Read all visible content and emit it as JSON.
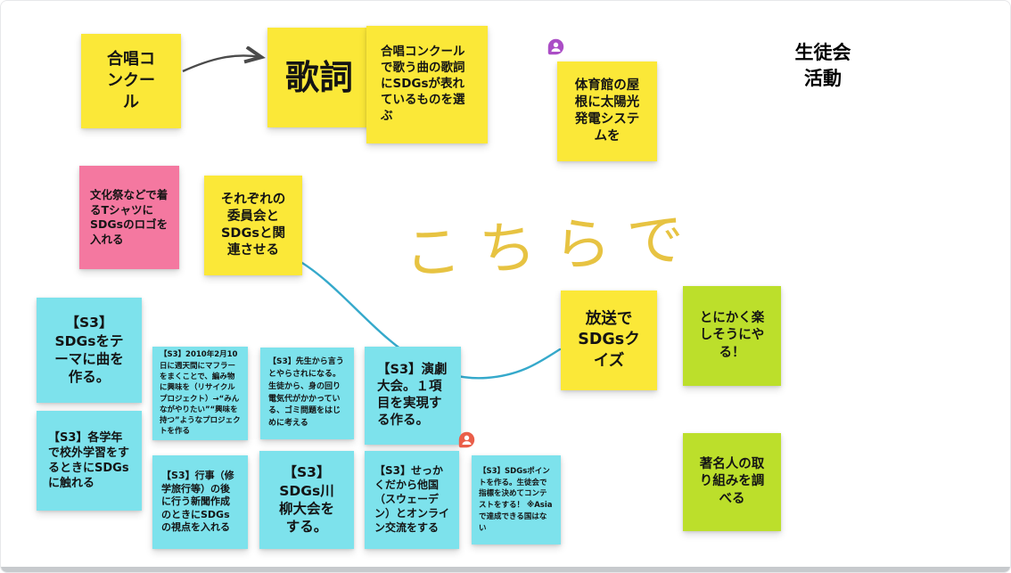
{
  "page": {
    "title": "生徒会\n活動",
    "handwriting": "こちらで"
  },
  "notes": [
    {
      "text": "合唱コンクール"
    },
    {
      "text": "歌詞"
    },
    {
      "text": "合唱コンクールで歌う曲の歌詞にSDGsが表れているものを選ぶ"
    },
    {
      "text": "体育館の屋根に太陽光発電システムを"
    },
    {
      "text": "文化祭などで着るTシャツにSDGsのロゴを入れる"
    },
    {
      "text": "それぞれの委員会とSDGsと関連させる"
    },
    {
      "text": "【S3】SDGsをテーマに曲を作る。"
    },
    {
      "text": "【S3】2010年2月10日に週天間にマフラーをまくことで、編み物に興味を（リサイクルプロジェクト）→“みんながやりたい”“興味を持つ”ようなプロジェクトを作る"
    },
    {
      "text": "【S3】先生から言うとやらされになる。生徒から、身の回り電気代がかかっている、ゴミ問題をはじめに考える"
    },
    {
      "text": "【S3】演劇大会。１項目を実現する作る。"
    },
    {
      "text": "放送でSDGsクイズ"
    },
    {
      "text": "とにかく楽しそうにやる！"
    },
    {
      "text": "【S3】各学年で校外学習をするときにSDGsに触れる"
    },
    {
      "text": "【S3】行事（修学旅行等）の後に行う新聞作成のときにSDGsの視点を入れる"
    },
    {
      "text": "【S3】SDGs川柳大会をする。"
    },
    {
      "text": "【S3】せっかくだから他国（スウェーデン）とオンライン交流をする"
    },
    {
      "text": "【S3】SDGsポイントを作る。生徒会で指標を決めてコンテストをする！ ※Asiaで達成できる国はない"
    },
    {
      "text": "著名人の取り組みを調べる"
    }
  ],
  "colors": {
    "yellow": "#FBE838",
    "pink": "#F478A0",
    "cyan": "#7DE2EC",
    "green": "#BCDF2B",
    "handwriting": "#E6C038",
    "connector_teal": "#35A9CB",
    "connector_gray": "#4B4B4B",
    "cursor_purple": "#AB4EC6",
    "cursor_orange": "#EA5E49"
  }
}
